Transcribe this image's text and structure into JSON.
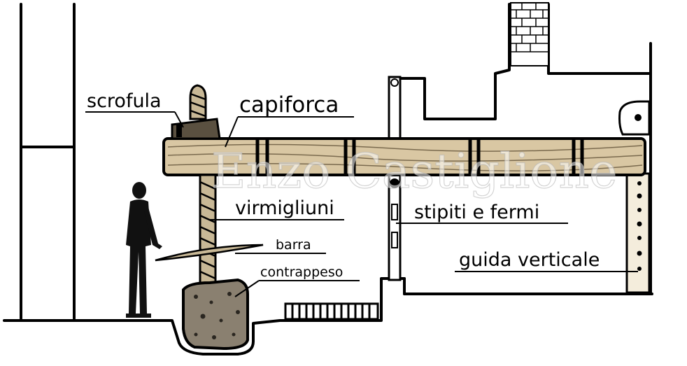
{
  "labels": {
    "scrofula": "scrofula",
    "capiforca": "capiforca",
    "virmigliuni": "virmigliuni",
    "barra": "barra",
    "contrappeso": "contrappeso",
    "stipiti": "stipiti e fermi",
    "guida": "guida verticale"
  },
  "watermark": "Enzo Castiglione",
  "colors": {
    "ink": "#000000",
    "wood": "#d9c7a3",
    "stone": "#8a8070"
  }
}
